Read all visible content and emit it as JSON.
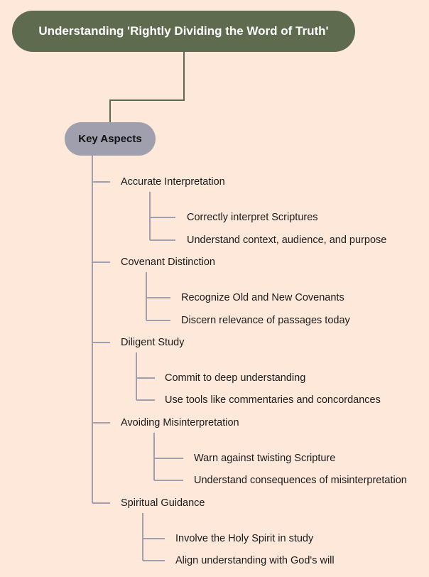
{
  "root": {
    "title": "Understanding 'Rightly Dividing the Word of Truth'"
  },
  "key": {
    "title": "Key Aspects"
  },
  "aspects": [
    {
      "label": "Accurate Interpretation",
      "children": [
        "Correctly interpret Scriptures",
        "Understand context, audience, and purpose"
      ]
    },
    {
      "label": "Covenant Distinction",
      "children": [
        "Recognize Old and New Covenants",
        "Discern relevance of passages today"
      ]
    },
    {
      "label": "Diligent Study",
      "children": [
        "Commit to deep understanding",
        "Use tools like commentaries and concordances"
      ]
    },
    {
      "label": "Avoiding Misinterpretation",
      "children": [
        "Warn against twisting Scripture",
        "Understand consequences of misinterpretation"
      ]
    },
    {
      "label": "Spiritual Guidance",
      "children": [
        "Involve the Holy Spirit in study",
        "Align understanding with God's will"
      ]
    }
  ],
  "colors": {
    "background": "#fde8da",
    "root_fill": "#5f6b4f",
    "key_fill": "#a09fae",
    "root_connector": "#5f6b4f",
    "tree_lines": "#a09fae"
  }
}
